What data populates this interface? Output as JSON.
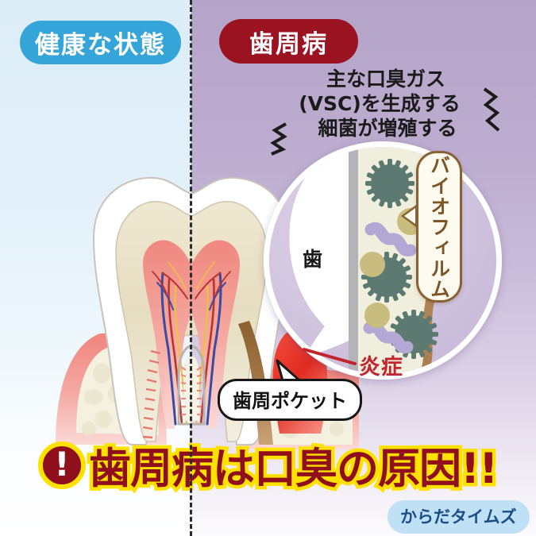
{
  "colors": {
    "bg_left_top": "#dcedf8",
    "bg_right_top": "#b5a4c9",
    "badge_healthy": "#35a4d8",
    "badge_disease": "#9b1220",
    "banner_text": "#8f0f1c",
    "banner_outline": "#ffe100",
    "inflammation": "#c2242e",
    "biofilm_border": "#8a6134",
    "biofilm_fill": "#f0eedd",
    "biofilm_edge_brown": "#a97c4d",
    "bacteria": "#5d7a72",
    "rod_purple": "#b3a8d4",
    "dot_tan": "#c8bc7e",
    "enamel": "#ffffff",
    "dentin": "#e8e0c8",
    "pulp": "#f2887e",
    "gum": "#f2918a",
    "bone": "#f4f2e2",
    "footer_pill": "#bfe0f5",
    "footer_text": "#1b4f86"
  },
  "panels": {
    "left": {
      "badge_label": "健康な状態"
    },
    "right": {
      "badge_label": "歯周病"
    }
  },
  "headline": {
    "line1": "主な口臭ガス",
    "line2": "(VSC)を生成する",
    "line3": "細菌が増殖する"
  },
  "lens": {
    "tooth_label": "歯",
    "biofilm_label": "バイオフィルム",
    "bacteria_count": 3,
    "rod_count": 3,
    "dot_count": 3
  },
  "annotations": {
    "inflammation_label": "炎症",
    "pocket_label": "歯周ポケット"
  },
  "banner": {
    "icon": "exclamation-circle-icon",
    "icon_glyph": "!",
    "text": "歯周病は口臭の原因!!"
  },
  "footer": {
    "brand": "からだタイムズ"
  }
}
